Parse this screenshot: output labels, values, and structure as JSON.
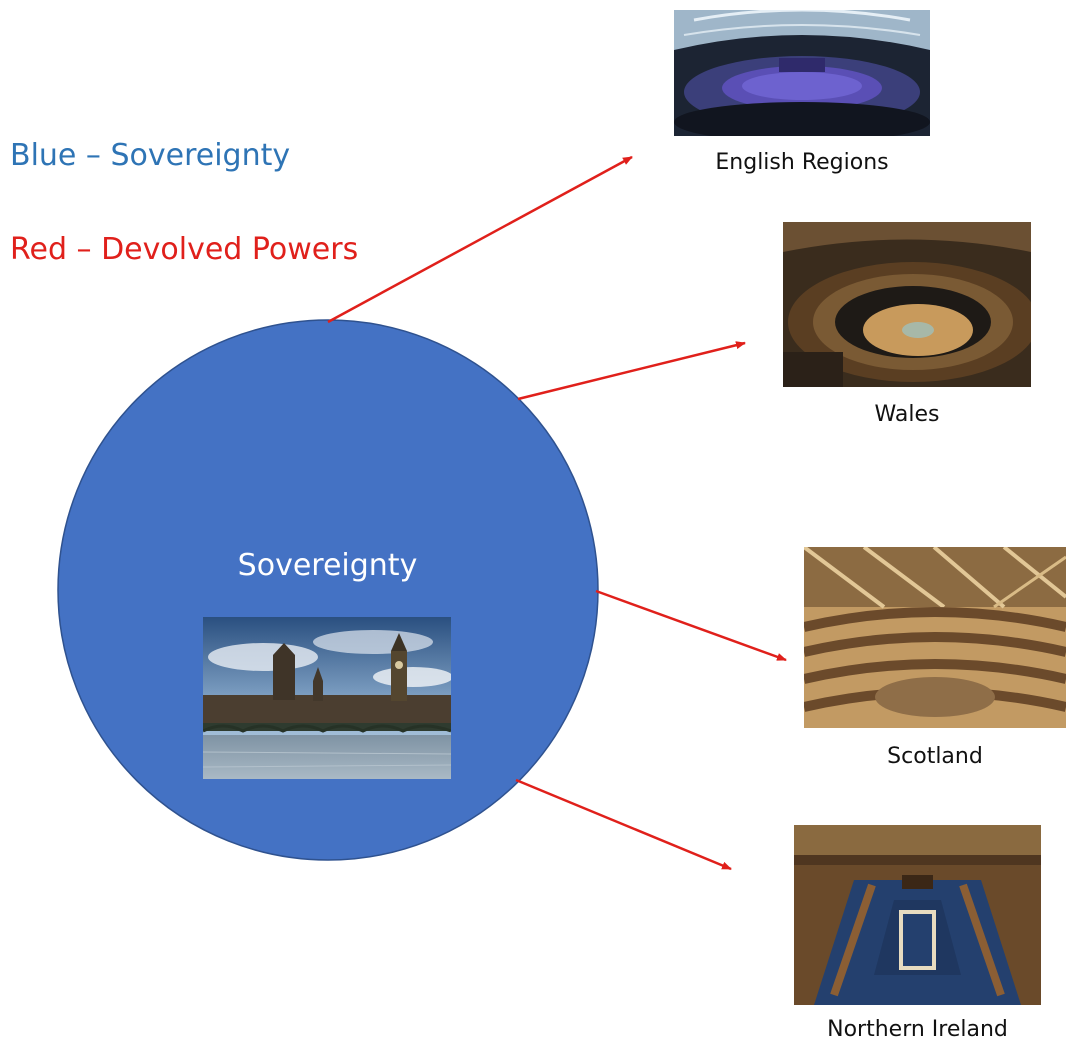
{
  "legend": {
    "blue_label": "Blue – Sovereignty",
    "blue_color": "#2e74b5",
    "red_label": "Red – Devolved Powers",
    "red_color": "#e0201b"
  },
  "center": {
    "label": "Sovereignty",
    "fill_color": "#4472c4",
    "photo": "westminster-palace-photo"
  },
  "arrow_color": "#e0201b",
  "regions": [
    {
      "name": "English Regions",
      "photo": "london-assembly-chamber-photo"
    },
    {
      "name": "Wales",
      "photo": "senedd-chamber-photo"
    },
    {
      "name": "Scotland",
      "photo": "scottish-parliament-chamber-photo"
    },
    {
      "name": "Northern Ireland",
      "photo": "stormont-assembly-chamber-photo"
    }
  ]
}
